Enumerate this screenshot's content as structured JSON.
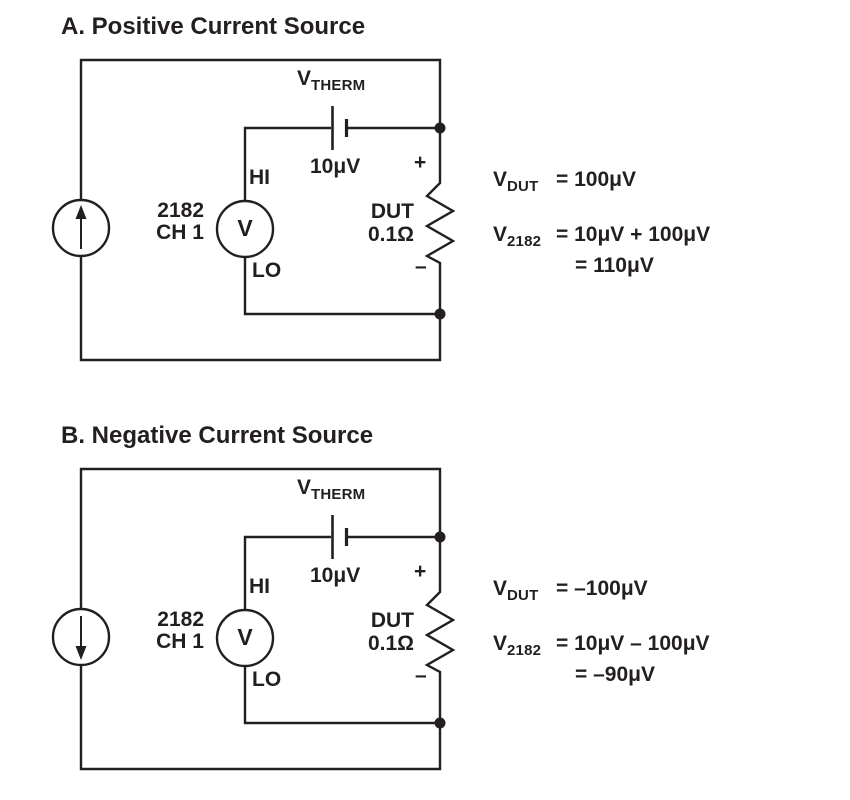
{
  "colors": {
    "ink": "#231f20",
    "background": "#ffffff"
  },
  "sections": {
    "a": {
      "title": "A. Positive Current Source",
      "source": {
        "direction": "up",
        "label_line1": "2182",
        "label_line2": "CH 1"
      },
      "meter_symbol": "V",
      "terminal_hi": "HI",
      "terminal_lo": "LO",
      "battery": {
        "name": "V",
        "name_sub": "THERM",
        "value": "10μV"
      },
      "dut": {
        "name": "DUT",
        "resistance": "0.1Ω",
        "polarity_plus": "+",
        "polarity_minus": "–"
      },
      "equations": {
        "r1_var": "V",
        "r1_sub": "DUT",
        "r1_rhs": "= 100μV",
        "r2_var": "V",
        "r2_sub": "2182",
        "r2_rhs": "= 10μV + 100μV",
        "r3_rhs": "= 110μV"
      }
    },
    "b": {
      "title": "B. Negative Current Source",
      "source": {
        "direction": "down",
        "label_line1": "2182",
        "label_line2": "CH 1"
      },
      "meter_symbol": "V",
      "terminal_hi": "HI",
      "terminal_lo": "LO",
      "battery": {
        "name": "V",
        "name_sub": "THERM",
        "value": "10μV"
      },
      "dut": {
        "name": "DUT",
        "resistance": "0.1Ω",
        "polarity_plus": "+",
        "polarity_minus": "–"
      },
      "equations": {
        "r1_var": "V",
        "r1_sub": "DUT",
        "r1_rhs": "= –100μV",
        "r2_var": "V",
        "r2_sub": "2182",
        "r2_rhs": "= 10μV – 100μV",
        "r3_rhs": "= –90μV"
      }
    }
  }
}
